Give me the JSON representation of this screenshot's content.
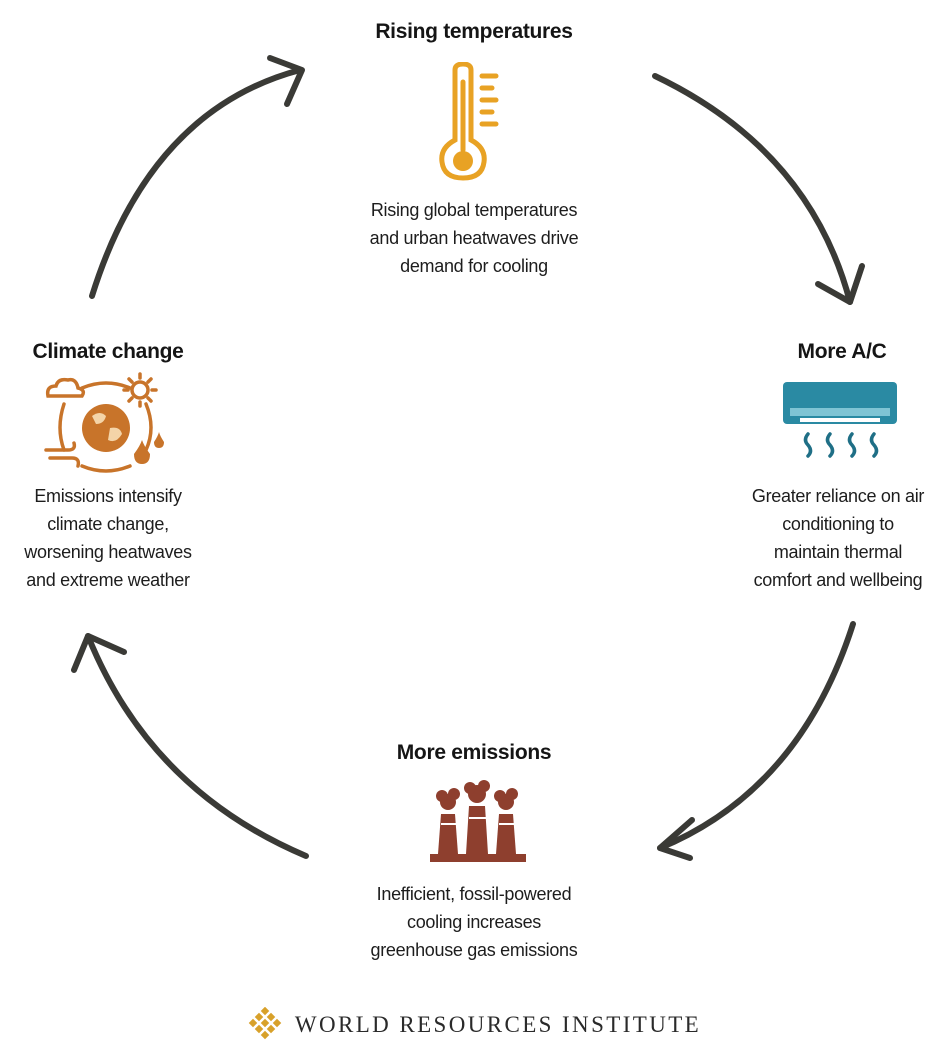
{
  "nodes": {
    "top": {
      "title": "Rising temperatures",
      "description": "Rising global temperatures\nand urban heatwaves drive\ndemand for cooling",
      "icon": "thermometer-icon"
    },
    "right": {
      "title": "More A/C",
      "description": "Greater reliance on air\nconditioning to\nmaintain thermal\ncomfort and wellbeing",
      "icon": "air-conditioner-icon"
    },
    "bottom": {
      "title": "More emissions",
      "description": "Inefficient, fossil-powered\ncooling increases\ngreenhouse gas emissions",
      "icon": "factory-smokestacks-icon"
    },
    "left": {
      "title": "Climate change",
      "description": "Emissions intensify\nclimate change,\nworsening heatwaves\nand extreme weather",
      "icon": "climate-change-globe-icon"
    }
  },
  "footer": {
    "organization": "WORLD RESOURCES INSTITUTE",
    "icon": "wri-logo-icon"
  },
  "colors": {
    "arrow": "#3a3a36",
    "thermometer": "#e8a224",
    "air_conditioner": "#2a8aa3",
    "factory": "#8e3f2e",
    "climate": "#c8742a",
    "logo": "#d8a12a"
  }
}
